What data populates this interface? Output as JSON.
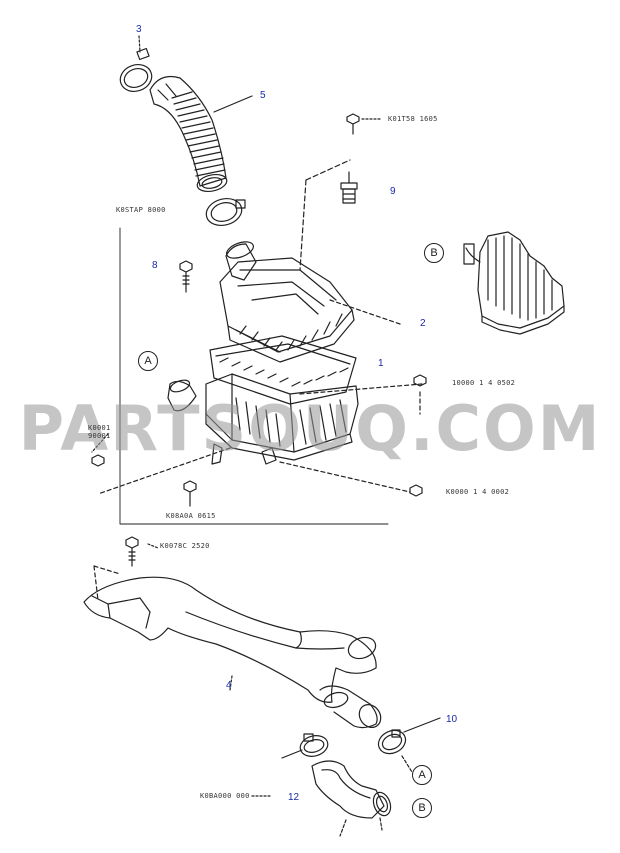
{
  "callouts": {
    "p3": "3",
    "p5": "5",
    "p9": "9",
    "p8": "8",
    "p2": "2",
    "p1": "1",
    "p4": "4",
    "p10": "10",
    "p12": "12"
  },
  "codes": {
    "c_top_right": "K01T58 1605",
    "c_box_top": "K0STAP 8000",
    "c_right_mid": "10000 1 4 0502",
    "c_left_a": "K0001",
    "c_left_b": "90001",
    "c_right_low": "K0000 1 4 0002",
    "c_bottom_box": "K08A0A 0615",
    "c_under_box": "K0078C 2520",
    "c_bottom": "K0BA000 000"
  },
  "circle_labels": {
    "a_left": "A",
    "b_right": "B",
    "a_bottom": "A",
    "b_bottom": "B"
  },
  "watermark": "PARTSOUQ.COM",
  "colors": {
    "line": "#222222",
    "callout": "#1a2aa8",
    "watermark": "#969696"
  }
}
